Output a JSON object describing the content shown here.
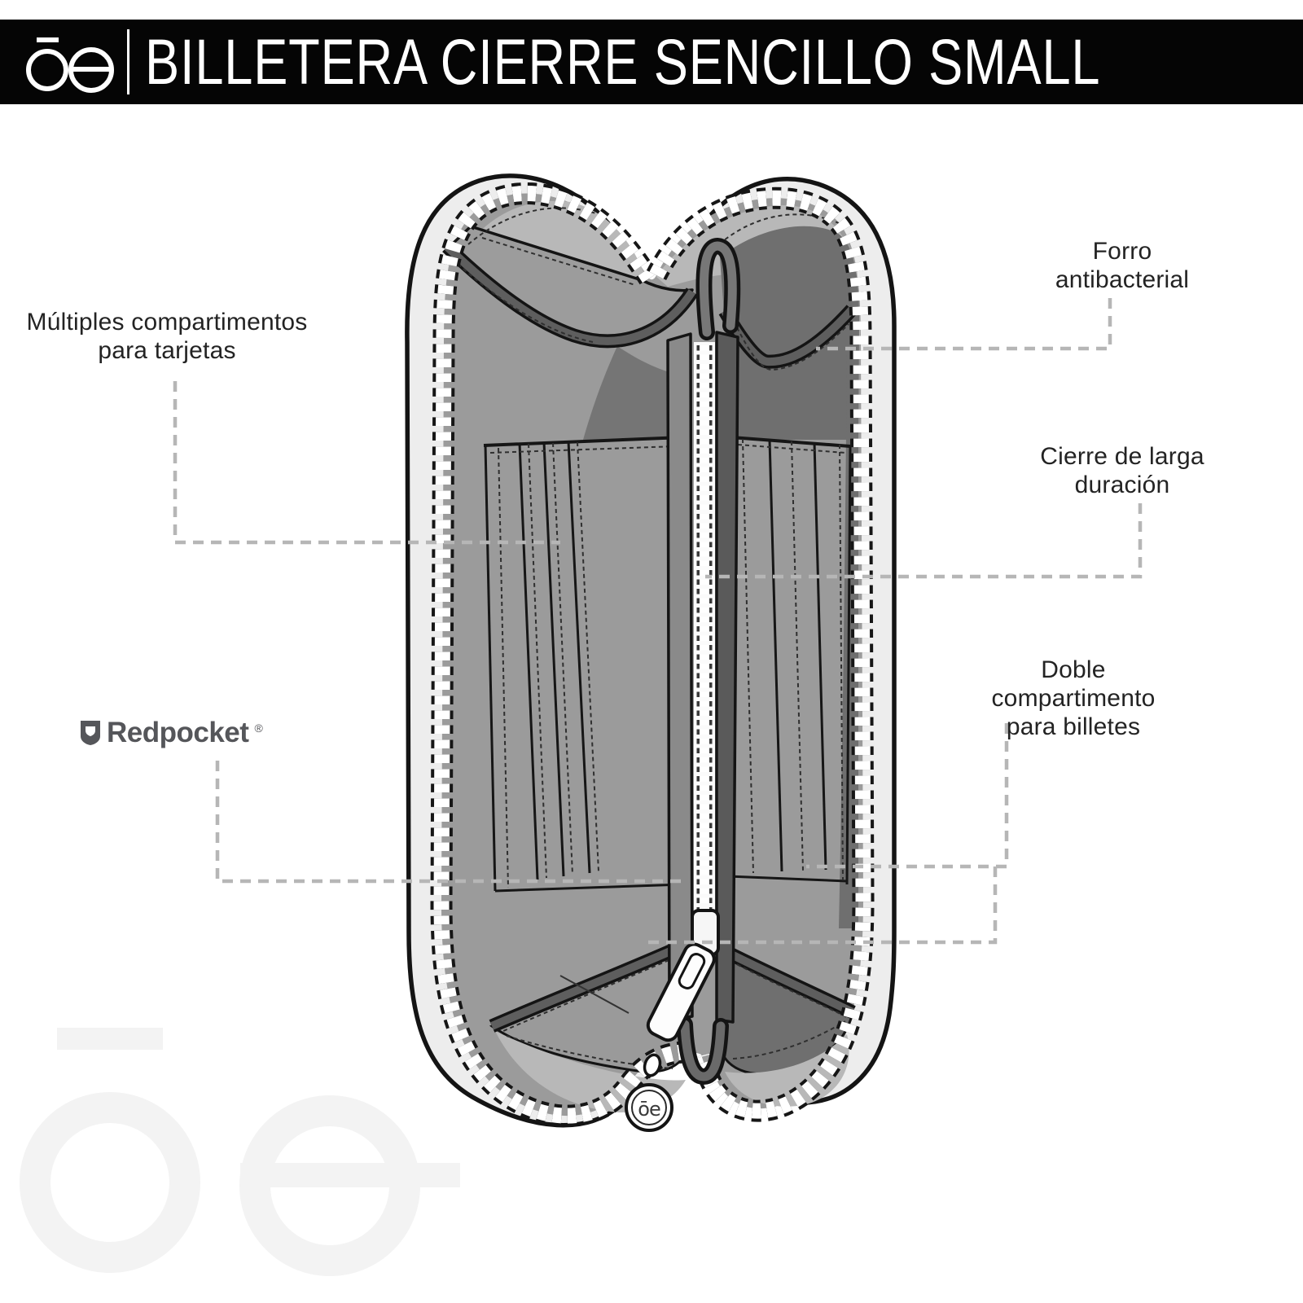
{
  "header": {
    "title": "BILLETERA CIERRE SENCILLO SMALL",
    "logo": "oe-brand-logo"
  },
  "annotations": {
    "multiples": "Múltiples compartimentos\npara tarjetas",
    "forro": "Forro\nantibacterial",
    "cierre": "Cierre de larga\nduración",
    "doble": "Doble compartimento\npara billetes"
  },
  "brand": {
    "wordmark": "Redpocket",
    "registered_mark": "®",
    "zipper_charm_text": "ōe",
    "watermark": "oe-logo-watermark"
  },
  "colors": {
    "header_bg": "#050505",
    "header_text": "#ffffff",
    "label_text": "#232323",
    "leader_line": "#b6b6b6",
    "redpocket_gray": "#55565a",
    "wallet_shell": "#ededed",
    "wallet_lining": "#b8b8b8",
    "wallet_panel": "#9b9b9b",
    "wallet_dark_panel": "#6f6f6f",
    "wallet_binding": "#5e5e5e",
    "wallet_outline": "#141414",
    "watermark_gray": "#f3f3f3"
  }
}
